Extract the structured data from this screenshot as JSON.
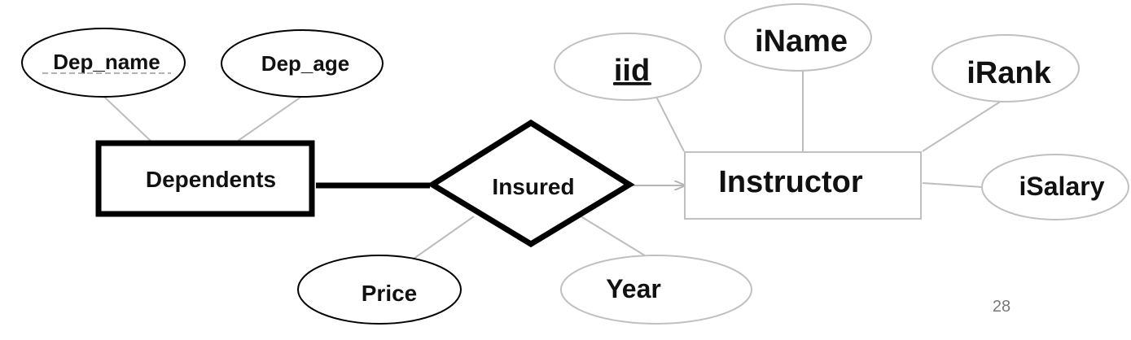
{
  "entities": {
    "dependents": "Dependents",
    "instructor": "Instructor"
  },
  "relationship": {
    "insured": "Insured"
  },
  "attributes": {
    "dep_name": "Dep_name",
    "dep_age": "Dep_age",
    "iid": "iid",
    "iname": "iName",
    "irank": "iRank",
    "isalary": "iSalary",
    "price": "Price",
    "year": "Year"
  },
  "notes": {
    "key_attribute": "iid",
    "weak_entity": "Dependents",
    "identifying_relationship": "Insured"
  },
  "page_number": "28"
}
